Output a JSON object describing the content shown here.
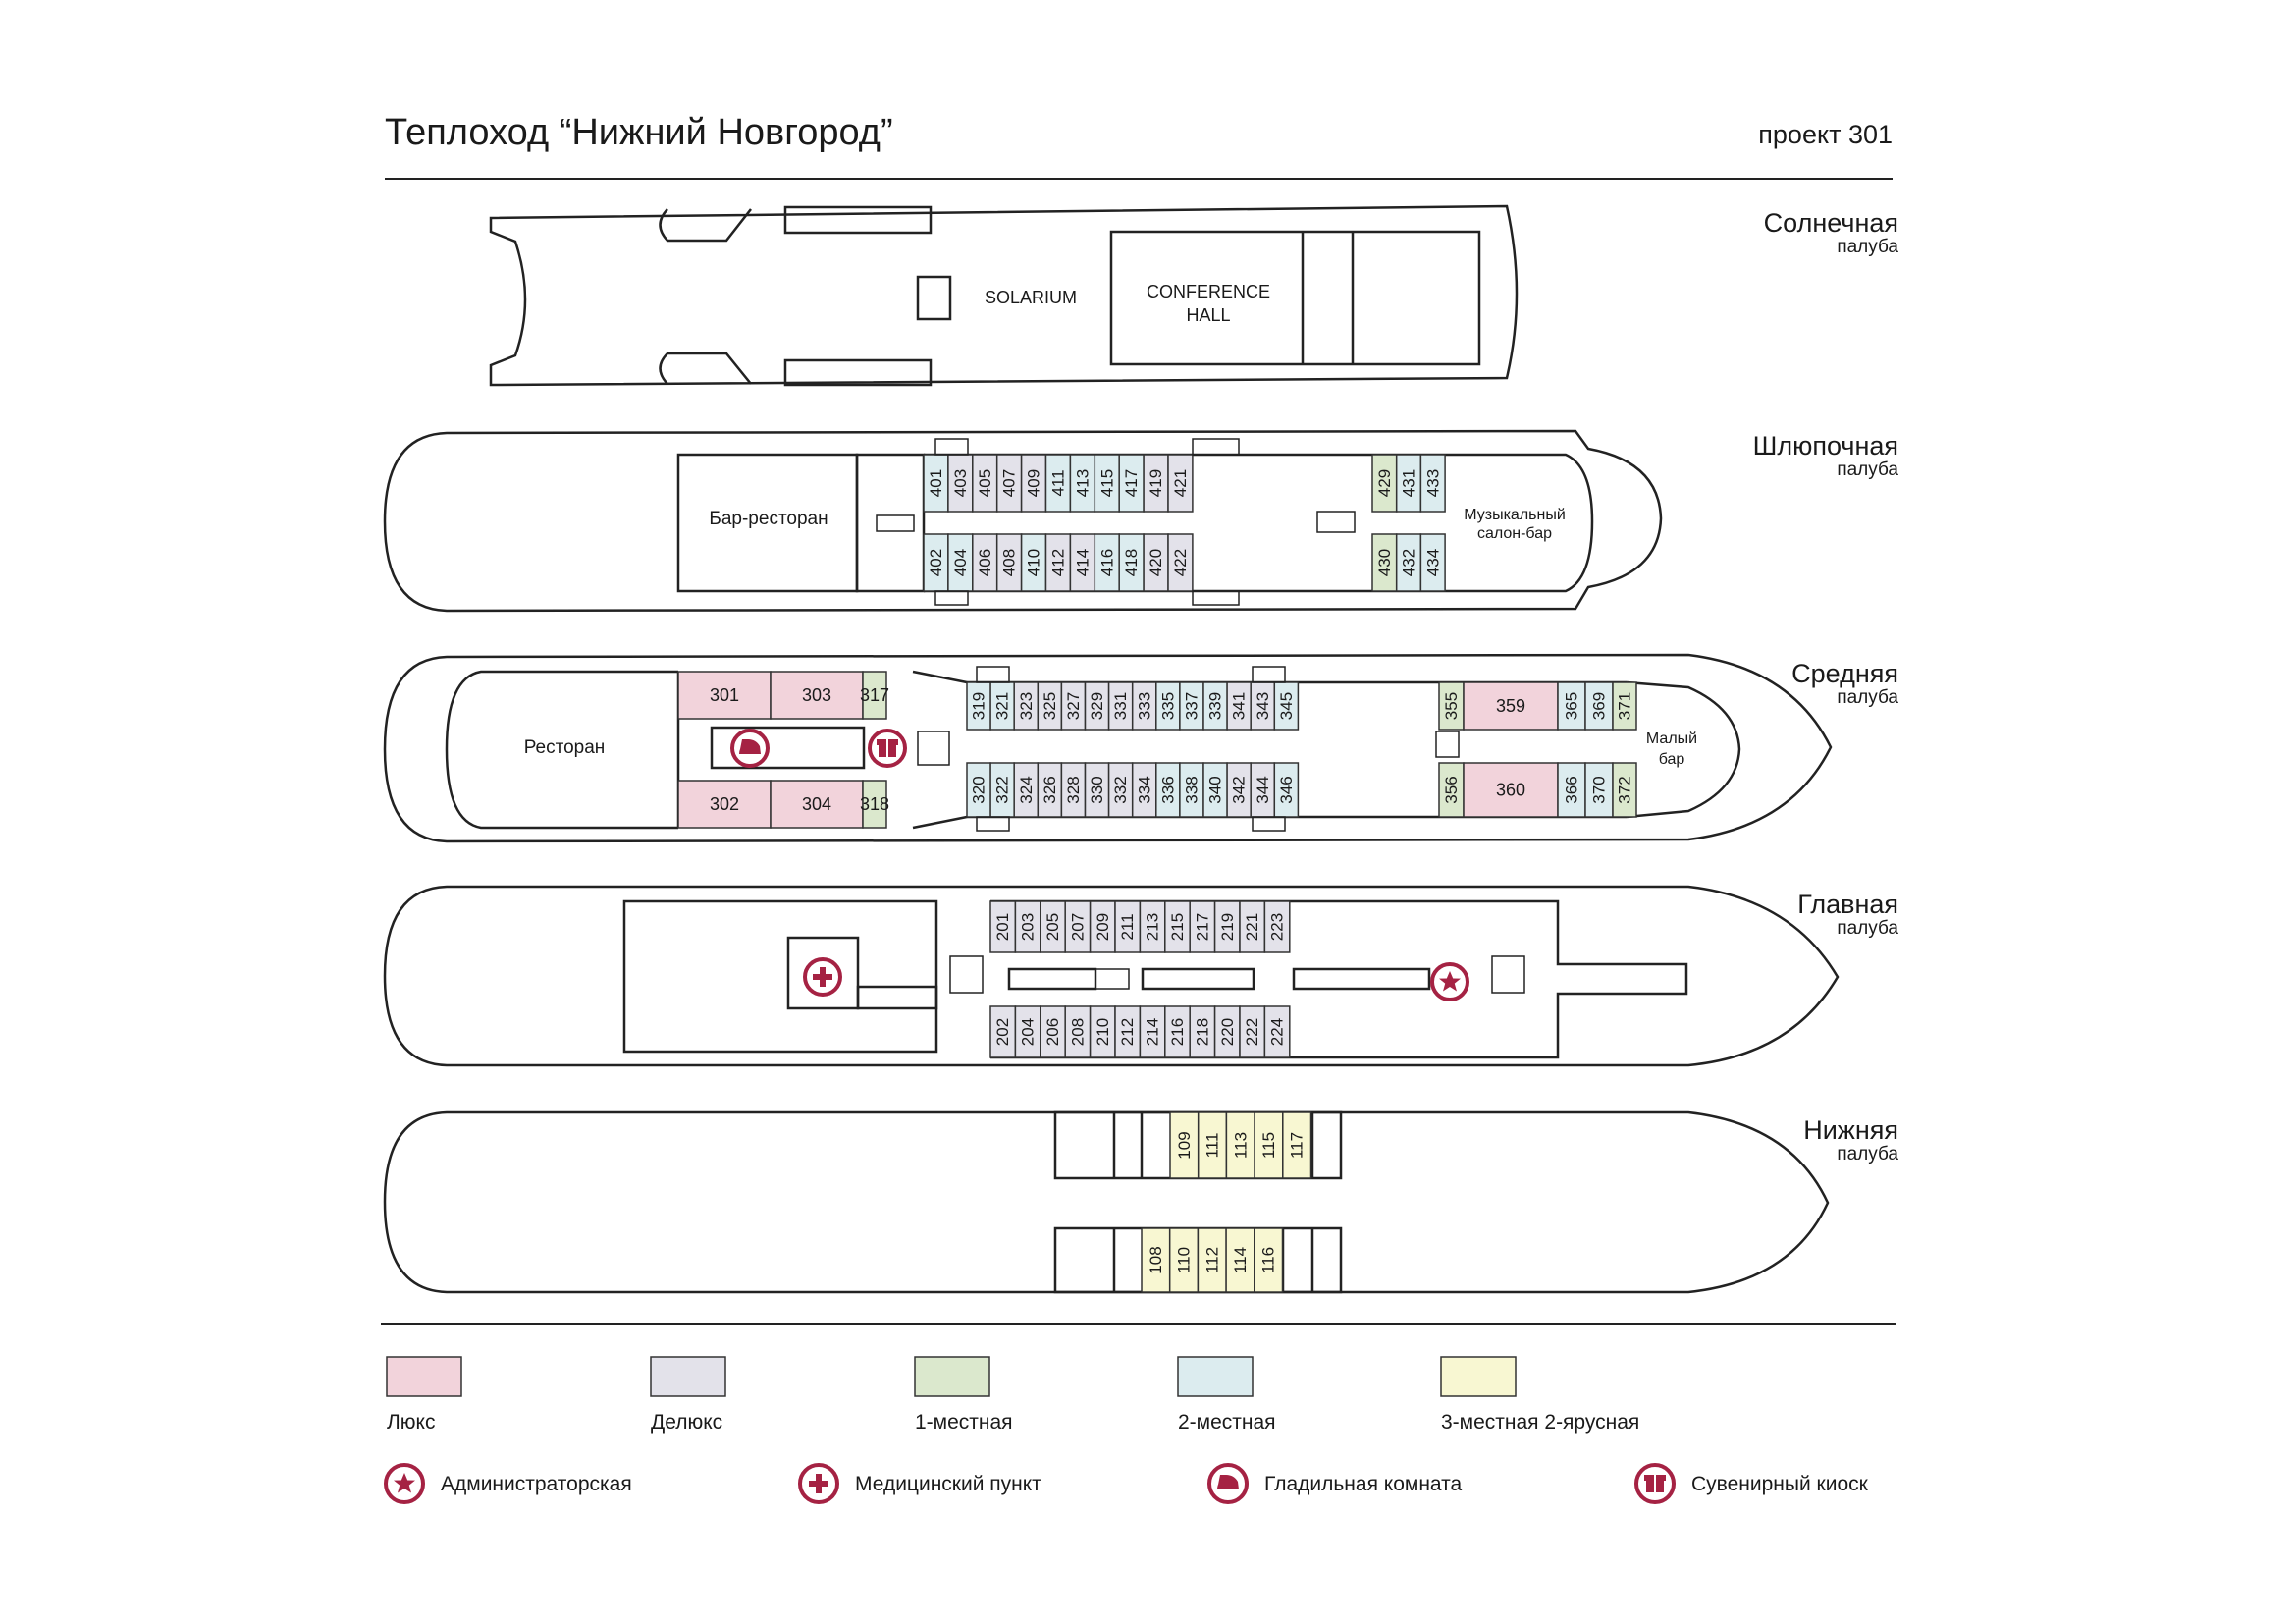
{
  "header": {
    "title": "Теплоход “Нижний Новгород”",
    "project": "проект 301"
  },
  "colors": {
    "lux": "#f2d3db",
    "deluxe": "#e3e2ea",
    "single": "#dbe8cd",
    "double": "#dcecef",
    "triple": "#f8f7d2",
    "accent": "#a52243",
    "line": "#222222"
  },
  "decks": {
    "sun": {
      "name": "Солнечная",
      "sub": "палуба",
      "solarium": "SOLARIUM",
      "hall_1": "CONFERENCE",
      "hall_2": "HALL"
    },
    "boat": {
      "name": "Шлюпочная",
      "sub": "палуба",
      "bar": "Бар-ресторан",
      "music_1": "Музыкальный",
      "music_2": "салон-бар"
    },
    "middle": {
      "name": "Средняя",
      "sub": "палуба",
      "restaurant": "Ресторан",
      "minibar_1": "Малый",
      "minibar_2": "бар"
    },
    "main": {
      "name": "Главная",
      "sub": "палуба"
    },
    "lower": {
      "name": "Нижняя",
      "sub": "палуба"
    }
  },
  "cabins": {
    "boat": {
      "top": [
        {
          "n": "401",
          "c": "double"
        },
        {
          "n": "403",
          "c": "deluxe"
        },
        {
          "n": "405",
          "c": "deluxe"
        },
        {
          "n": "407",
          "c": "deluxe"
        },
        {
          "n": "409",
          "c": "deluxe"
        },
        {
          "n": "411",
          "c": "double"
        },
        {
          "n": "413",
          "c": "double"
        },
        {
          "n": "415",
          "c": "double"
        },
        {
          "n": "417",
          "c": "double"
        },
        {
          "n": "419",
          "c": "deluxe"
        },
        {
          "n": "421",
          "c": "deluxe"
        }
      ],
      "bottom": [
        {
          "n": "402",
          "c": "double"
        },
        {
          "n": "404",
          "c": "double"
        },
        {
          "n": "406",
          "c": "deluxe"
        },
        {
          "n": "408",
          "c": "deluxe"
        },
        {
          "n": "410",
          "c": "double"
        },
        {
          "n": "412",
          "c": "deluxe"
        },
        {
          "n": "414",
          "c": "deluxe"
        },
        {
          "n": "416",
          "c": "double"
        },
        {
          "n": "418",
          "c": "double"
        },
        {
          "n": "420",
          "c": "deluxe"
        },
        {
          "n": "422",
          "c": "deluxe"
        }
      ],
      "fore_top": [
        {
          "n": "429",
          "c": "single"
        },
        {
          "n": "431",
          "c": "double"
        },
        {
          "n": "433",
          "c": "double"
        }
      ],
      "fore_bottom": [
        {
          "n": "430",
          "c": "single"
        },
        {
          "n": "432",
          "c": "double"
        },
        {
          "n": "434",
          "c": "double"
        }
      ]
    },
    "middle": {
      "aft_top": [
        {
          "n": "301",
          "c": "lux"
        },
        {
          "n": "303",
          "c": "lux"
        },
        {
          "n": "317",
          "c": "single"
        }
      ],
      "aft_bottom": [
        {
          "n": "302",
          "c": "lux"
        },
        {
          "n": "304",
          "c": "lux"
        },
        {
          "n": "318",
          "c": "single"
        }
      ],
      "top": [
        {
          "n": "319",
          "c": "double"
        },
        {
          "n": "321",
          "c": "double"
        },
        {
          "n": "323",
          "c": "deluxe"
        },
        {
          "n": "325",
          "c": "deluxe"
        },
        {
          "n": "327",
          "c": "deluxe"
        },
        {
          "n": "329",
          "c": "deluxe"
        },
        {
          "n": "331",
          "c": "deluxe"
        },
        {
          "n": "333",
          "c": "deluxe"
        },
        {
          "n": "335",
          "c": "double"
        },
        {
          "n": "337",
          "c": "double"
        },
        {
          "n": "339",
          "c": "double"
        },
        {
          "n": "341",
          "c": "deluxe"
        },
        {
          "n": "343",
          "c": "deluxe"
        },
        {
          "n": "345",
          "c": "double"
        }
      ],
      "bottom": [
        {
          "n": "320",
          "c": "double"
        },
        {
          "n": "322",
          "c": "double"
        },
        {
          "n": "324",
          "c": "deluxe"
        },
        {
          "n": "326",
          "c": "deluxe"
        },
        {
          "n": "328",
          "c": "deluxe"
        },
        {
          "n": "330",
          "c": "deluxe"
        },
        {
          "n": "332",
          "c": "deluxe"
        },
        {
          "n": "334",
          "c": "deluxe"
        },
        {
          "n": "336",
          "c": "double"
        },
        {
          "n": "338",
          "c": "double"
        },
        {
          "n": "340",
          "c": "double"
        },
        {
          "n": "342",
          "c": "deluxe"
        },
        {
          "n": "344",
          "c": "deluxe"
        },
        {
          "n": "346",
          "c": "double"
        }
      ],
      "fore_top": [
        {
          "n": "355",
          "c": "single"
        },
        {
          "n": "359",
          "c": "lux"
        },
        {
          "n": "365",
          "c": "double"
        },
        {
          "n": "369",
          "c": "double"
        },
        {
          "n": "371",
          "c": "single"
        }
      ],
      "fore_bottom": [
        {
          "n": "356",
          "c": "single"
        },
        {
          "n": "360",
          "c": "lux"
        },
        {
          "n": "366",
          "c": "double"
        },
        {
          "n": "370",
          "c": "double"
        },
        {
          "n": "372",
          "c": "single"
        }
      ]
    },
    "main": {
      "top": [
        "201",
        "203",
        "205",
        "207",
        "209",
        "211",
        "213",
        "215",
        "217",
        "219",
        "221",
        "223"
      ],
      "bottom": [
        "202",
        "204",
        "206",
        "208",
        "210",
        "212",
        "214",
        "216",
        "218",
        "220",
        "222",
        "224"
      ],
      "class": "deluxe"
    },
    "lower": {
      "top": [
        "109",
        "111",
        "113",
        "115",
        "117"
      ],
      "bottom": [
        "108",
        "110",
        "112",
        "114",
        "116"
      ],
      "class": "triple"
    }
  },
  "legend": {
    "categories": [
      {
        "label": "Люкс",
        "color_key": "lux"
      },
      {
        "label": "Делюкс",
        "color_key": "deluxe"
      },
      {
        "label": "1-местная",
        "color_key": "single"
      },
      {
        "label": "2-местная",
        "color_key": "double"
      },
      {
        "label": "3-местная 2-ярусная",
        "color_key": "triple"
      }
    ],
    "symbols": [
      {
        "label": "Администраторская",
        "icon": "star-icon"
      },
      {
        "label": "Медицинский пункт",
        "icon": "medical-cross-icon"
      },
      {
        "label": "Гладильная комната",
        "icon": "iron-icon"
      },
      {
        "label": "Сувенирный киоск",
        "icon": "gift-icon"
      }
    ]
  }
}
